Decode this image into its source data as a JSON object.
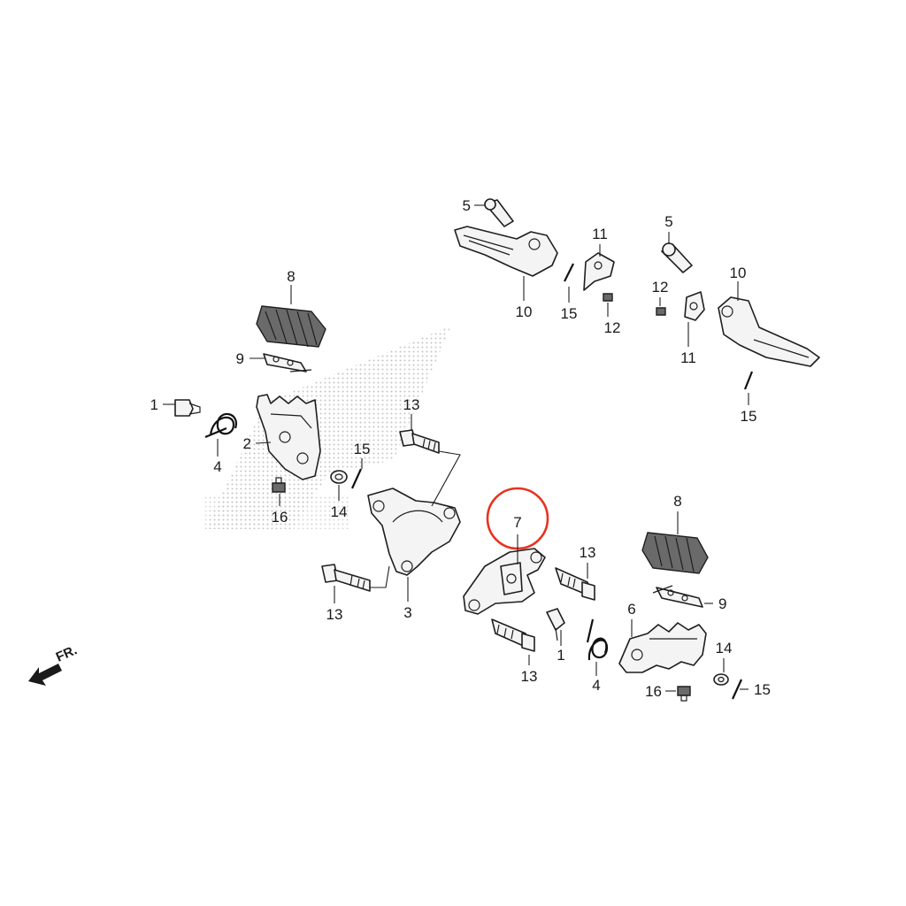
{
  "diagram": {
    "labels": [
      "1",
      "2",
      "3",
      "4",
      "5",
      "6",
      "7",
      "8",
      "9",
      "10",
      "11",
      "12",
      "13",
      "14",
      "15",
      "16"
    ],
    "label_counts": {
      "1": 2,
      "2": 1,
      "3": 1,
      "4": 2,
      "5": 2,
      "6": 1,
      "7": 1,
      "8": 2,
      "9": 2,
      "10": 2,
      "11": 2,
      "12": 2,
      "13": 4,
      "14": 2,
      "15": 4,
      "16": 2
    },
    "direction_label": "FR.",
    "highlighted_label": "7",
    "highlight_color": "#e8331f",
    "line_color": "#1e1e1e",
    "watermark_color": "#d8d8d8"
  }
}
